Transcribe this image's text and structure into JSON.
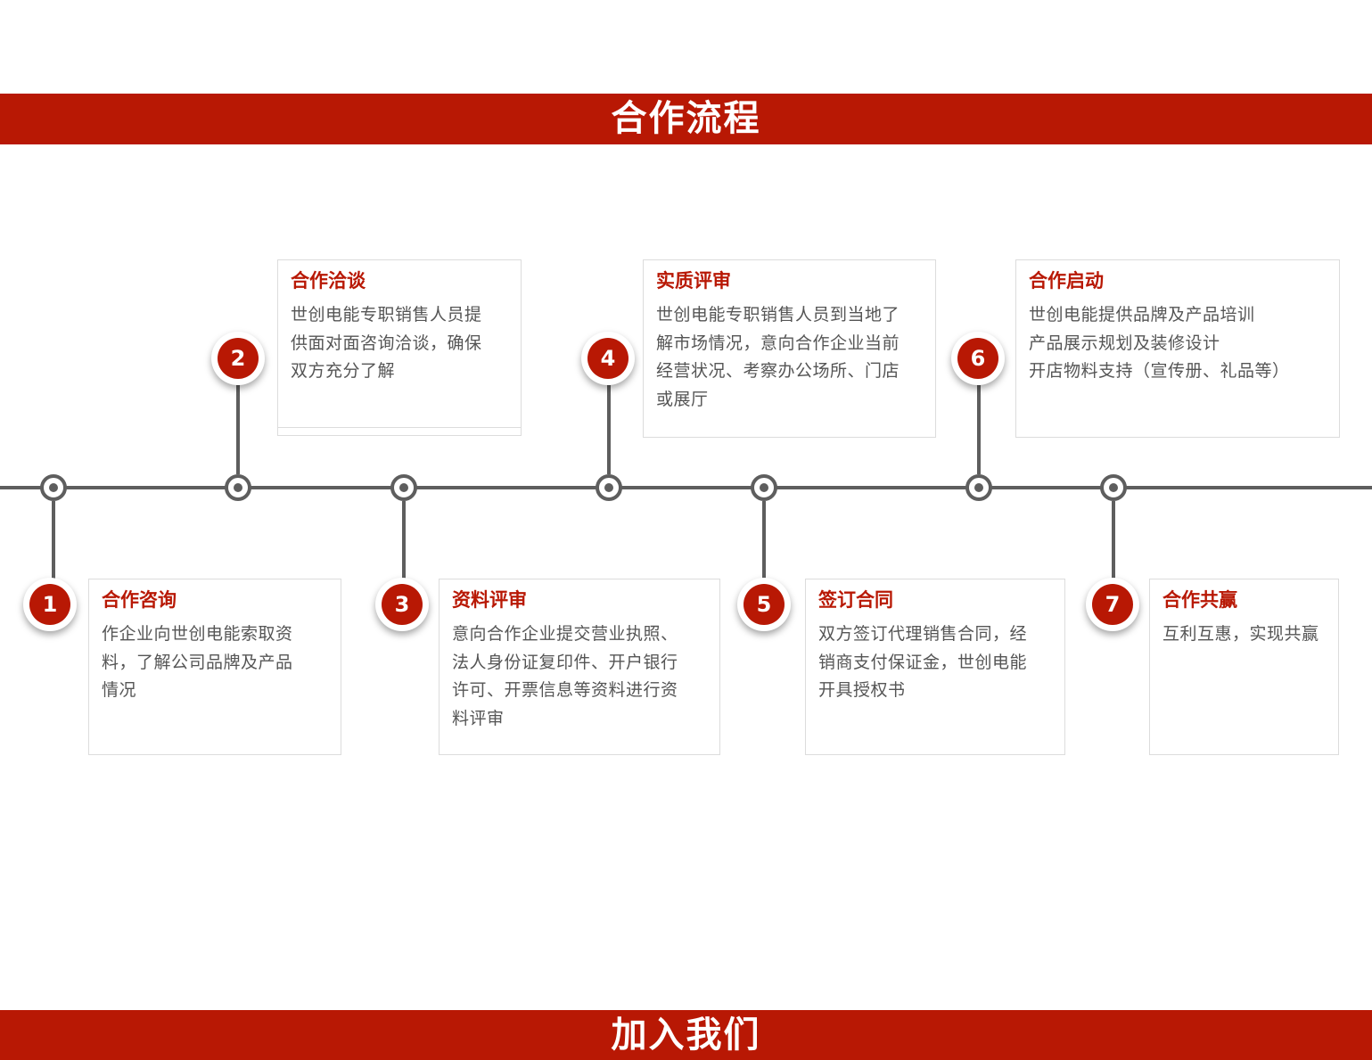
{
  "header": {
    "title": "合作流程"
  },
  "footer": {
    "title": "加入我们"
  },
  "steps": [
    {
      "number": "1",
      "title": "合作咨询",
      "lines": [
        "作企业向世创电能索取资",
        "料，了解公司品牌及产品",
        "情况"
      ]
    },
    {
      "number": "2",
      "title": "合作洽谈",
      "lines": [
        "世创电能专职销售人员提",
        "供面对面咨询洽谈，确保",
        "双方充分了解"
      ]
    },
    {
      "number": "3",
      "title": "资料评审",
      "lines": [
        "意向合作企业提交营业执照、",
        "法人身份证复印件、开户银行",
        "许可、开票信息等资料进行资",
        "料评审"
      ]
    },
    {
      "number": "4",
      "title": "实质评审",
      "lines": [
        "世创电能专职销售人员到当地了",
        "解市场情况，意向合作企业当前",
        "经营状况、考察办公场所、门店",
        "或展厅"
      ]
    },
    {
      "number": "5",
      "title": "签订合同",
      "lines": [
        "双方签订代理销售合同，经",
        "销商支付保证金，世创电能",
        "开具授权书"
      ]
    },
    {
      "number": "6",
      "title": "合作启动",
      "lines": [
        "世创电能提供品牌及产品培训",
        "产品展示规划及装修设计",
        "开店物料支持（宣传册、礼品等）"
      ]
    },
    {
      "number": "7",
      "title": "合作共赢",
      "lines": [
        "互利互惠，实现共赢"
      ]
    }
  ],
  "colors": {
    "accent": "#b81804",
    "line": "#5e5e5e",
    "text": "#555555"
  }
}
